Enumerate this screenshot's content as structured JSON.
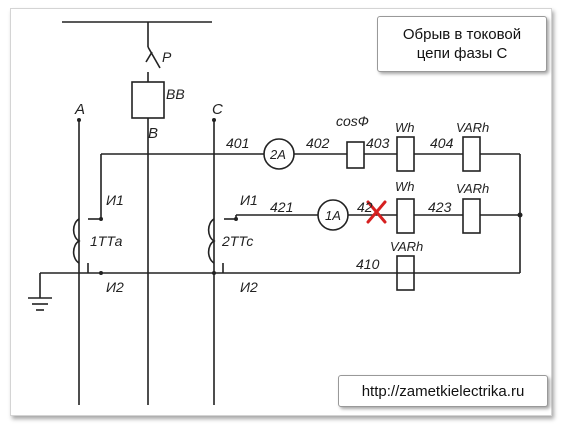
{
  "callout": {
    "line1": "Обрыв в токовой",
    "line2": "цепи фазы С"
  },
  "url": "http://zametkielectrika.ru",
  "labels": {
    "phase_a": "A",
    "phase_b": "B",
    "phase_c": "C",
    "switch_p": "P",
    "breaker": "BB",
    "w401": "401",
    "w402": "402",
    "w403": "403",
    "w404": "404",
    "w421": "421",
    "w422": "42",
    "w423": "423",
    "w410": "410",
    "cos": "cosФ",
    "wh1": "Wh",
    "wh2": "Wh",
    "varh1": "VARh",
    "varh2": "VARh",
    "varh3": "VARh",
    "am2": "2A",
    "am1": "1A",
    "i1a": "И1",
    "i2a": "И2",
    "i1c": "И1",
    "i2c": "И2",
    "tta": "1ТТа",
    "ttc": "2ТТс"
  },
  "colors": {
    "line": "#222222",
    "fault": "#d62020"
  },
  "icons": {
    "fault_mark": "x-cross-icon",
    "ground": "ground-icon"
  }
}
